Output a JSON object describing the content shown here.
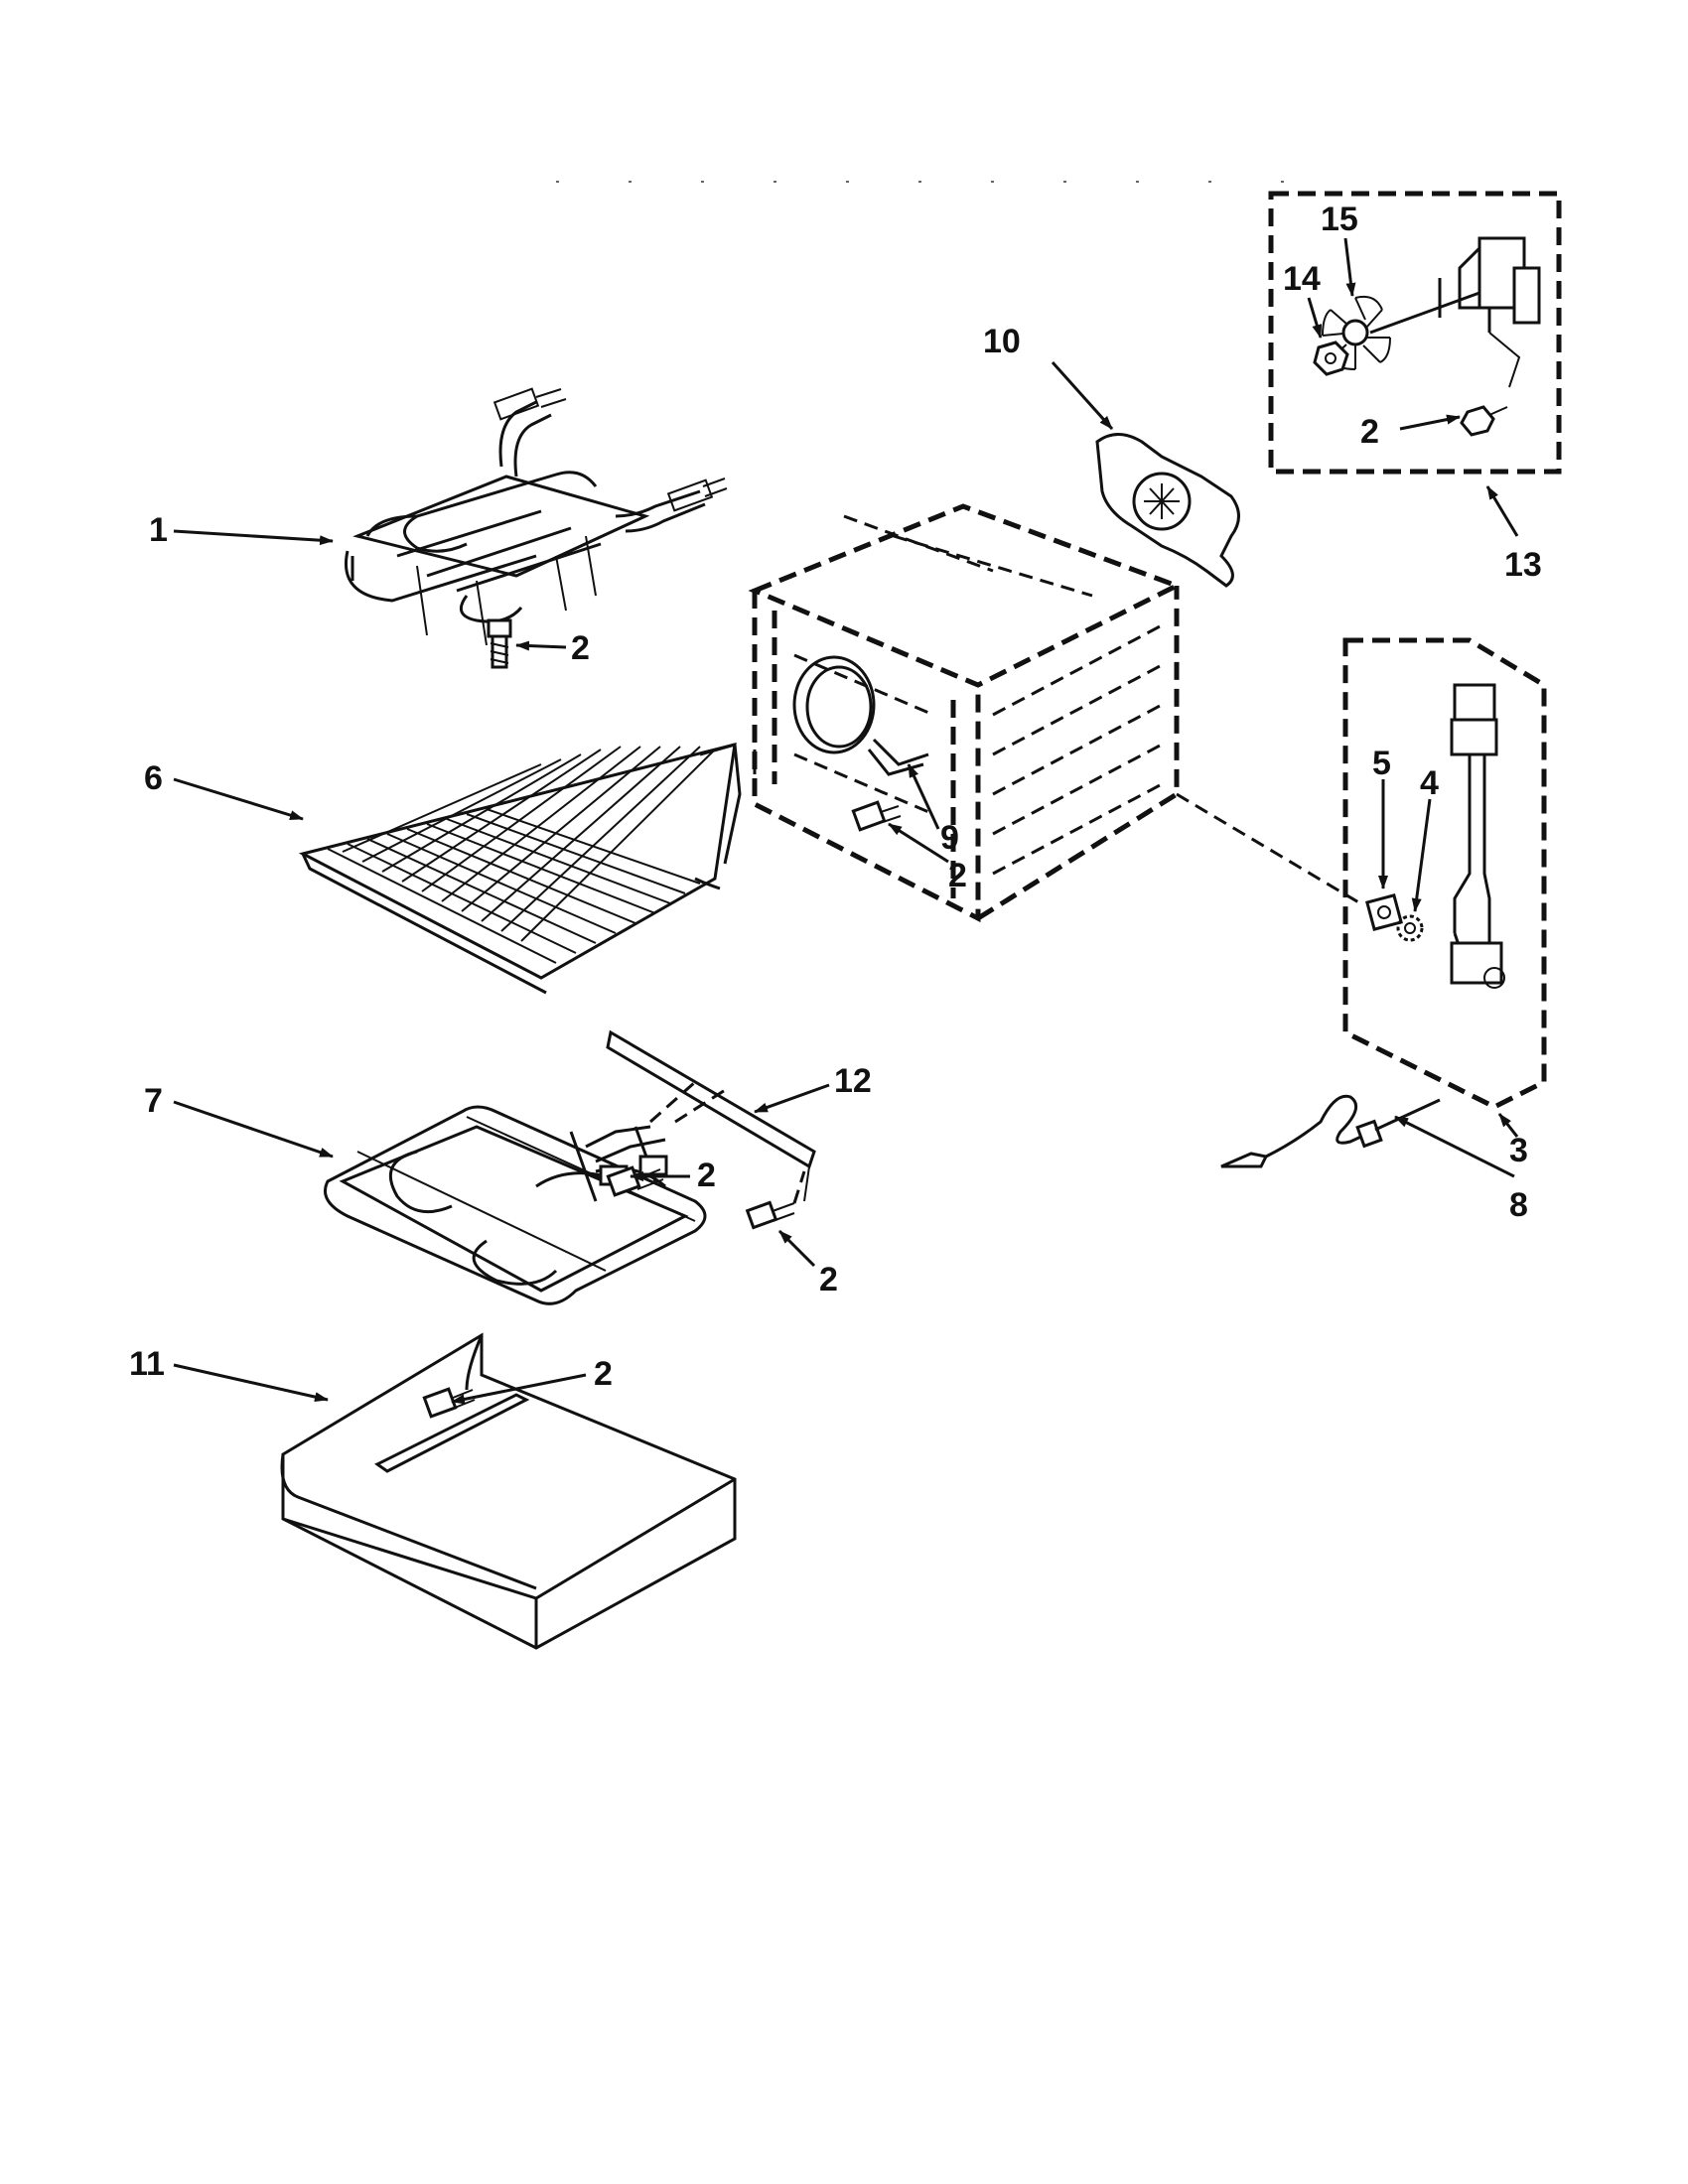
{
  "callouts": {
    "c1": "1",
    "c2a": "2",
    "c6": "6",
    "c7": "7",
    "c2b": "2",
    "c2c": "2",
    "c12": "12",
    "c11": "11",
    "c2d": "2",
    "c10": "10",
    "c9": "9",
    "c2e": "2",
    "c15": "15",
    "c14": "14",
    "c2f": "2",
    "c13": "13",
    "c5": "5",
    "c4": "4",
    "c3": "3",
    "c8": "8"
  }
}
